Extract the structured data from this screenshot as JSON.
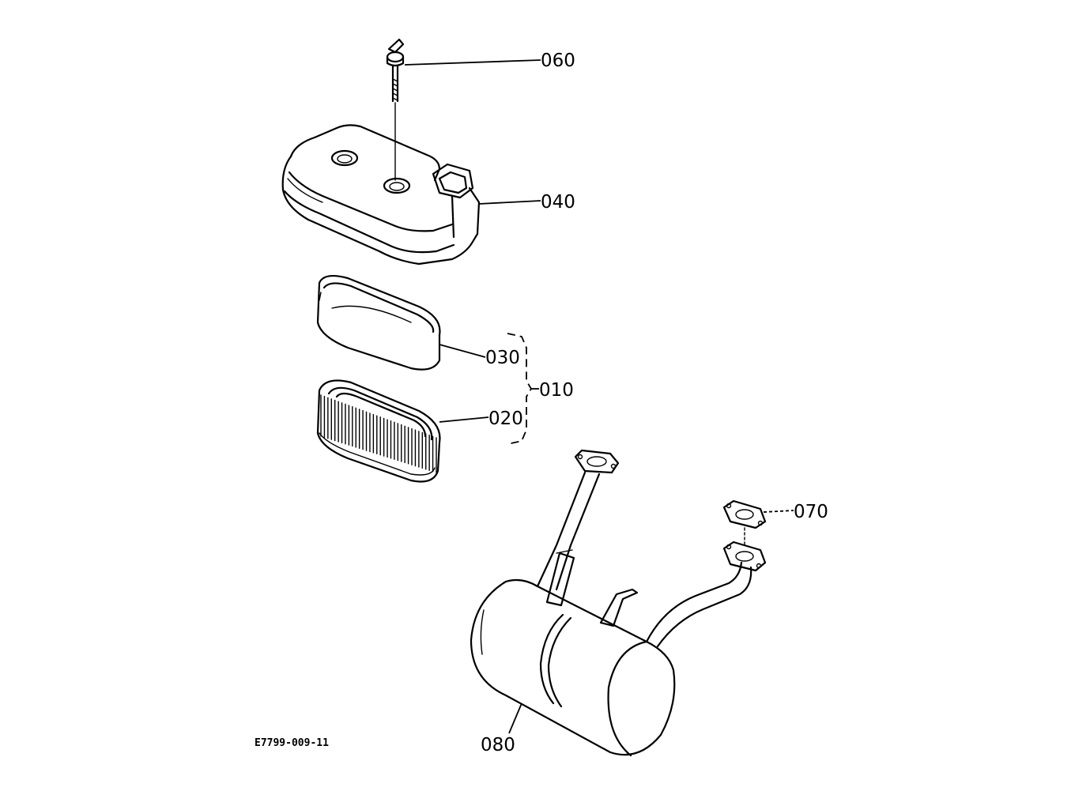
{
  "callouts": {
    "c060": "060",
    "c040": "040",
    "c030": "030",
    "c010": "010",
    "c020": "020",
    "c070": "070",
    "c080": "080"
  },
  "drawing_ref": "E7799-009-11"
}
